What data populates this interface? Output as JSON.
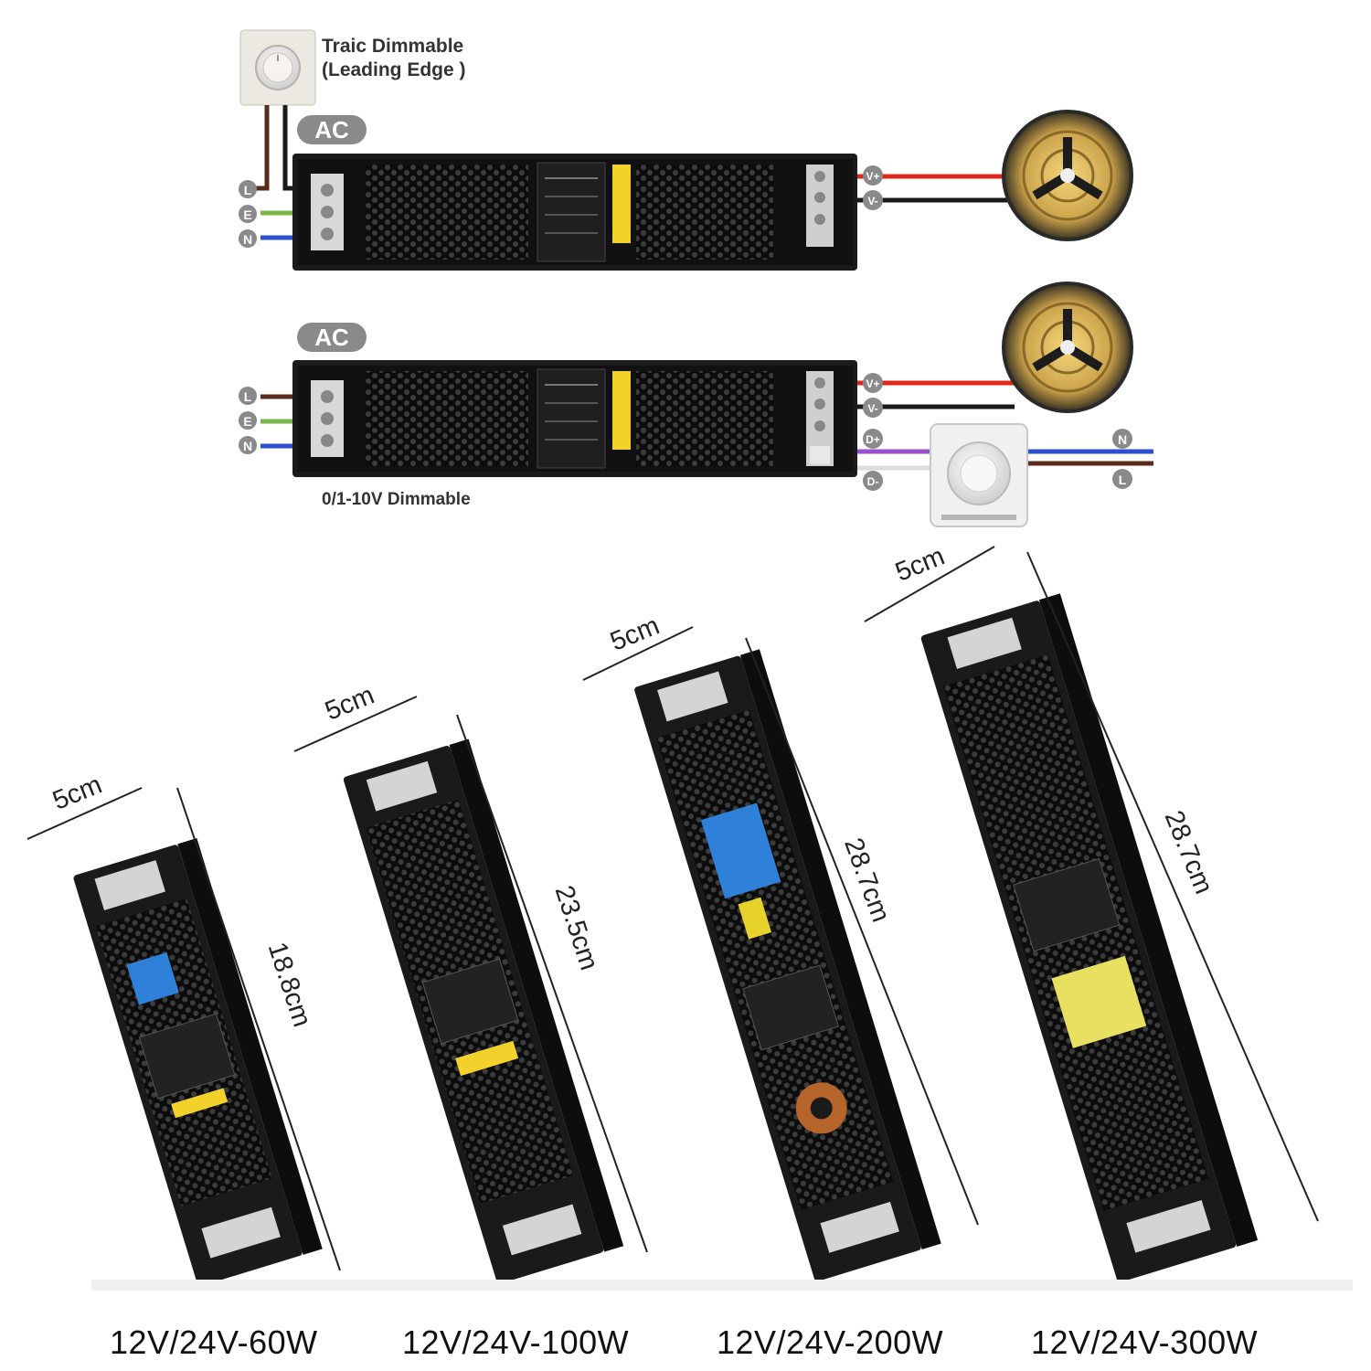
{
  "diagram": {
    "triac": {
      "title_line1": "Traic Dimmable",
      "title_line2": "(Leading Edge )",
      "ac_badge": "AC",
      "inputs": [
        "L",
        "E",
        "N"
      ],
      "outputs": [
        "V+",
        "V-"
      ]
    },
    "zero_ten": {
      "title": "0/1-10V Dimmable",
      "ac_badge": "AC",
      "inputs": [
        "L",
        "E",
        "N"
      ],
      "outputs": [
        "V+",
        "V-",
        "D+",
        "D-"
      ],
      "mains": [
        "N",
        "L"
      ]
    }
  },
  "products": [
    {
      "model": "12V/24V-60W",
      "width": "5cm",
      "length": "18.8cm"
    },
    {
      "model": "12V/24V-100W",
      "width": "5cm",
      "length": "23.5cm"
    },
    {
      "model": "12V/24V-200W",
      "width": "5cm",
      "length": "28.7cm"
    },
    {
      "model": "12V/24V-300W",
      "width": "5cm",
      "length": "28.7cm"
    }
  ],
  "colors": {
    "wire_live": "#5a2a1a",
    "wire_earth": "#7ab648",
    "wire_neutral": "#2a4fd0",
    "wire_vplus": "#e0281a",
    "wire_vminus": "#1a1a1a",
    "wire_dplus": "#9b4fd0",
    "wire_dminus": "#e8e8e8",
    "badge": "#8a8a8a",
    "psu_body": "#1b1b1b"
  },
  "icons": [
    "rotary-dimmer-icon",
    "led-strip-reel-icon",
    "wall-dimmer-icon"
  ]
}
